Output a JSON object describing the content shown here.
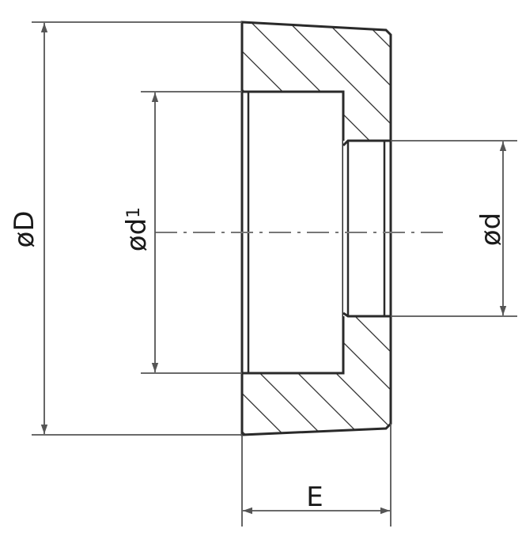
{
  "labels": {
    "outer_diameter": "øD",
    "inner_diameter_1_main": "ød",
    "inner_diameter_1_sub": "1",
    "inner_diameter": "ød",
    "width": "E"
  },
  "colors": {
    "outline": "#2a2a2a",
    "dimension": "#555555",
    "hatch": "#222222",
    "centerline": "#777777"
  }
}
